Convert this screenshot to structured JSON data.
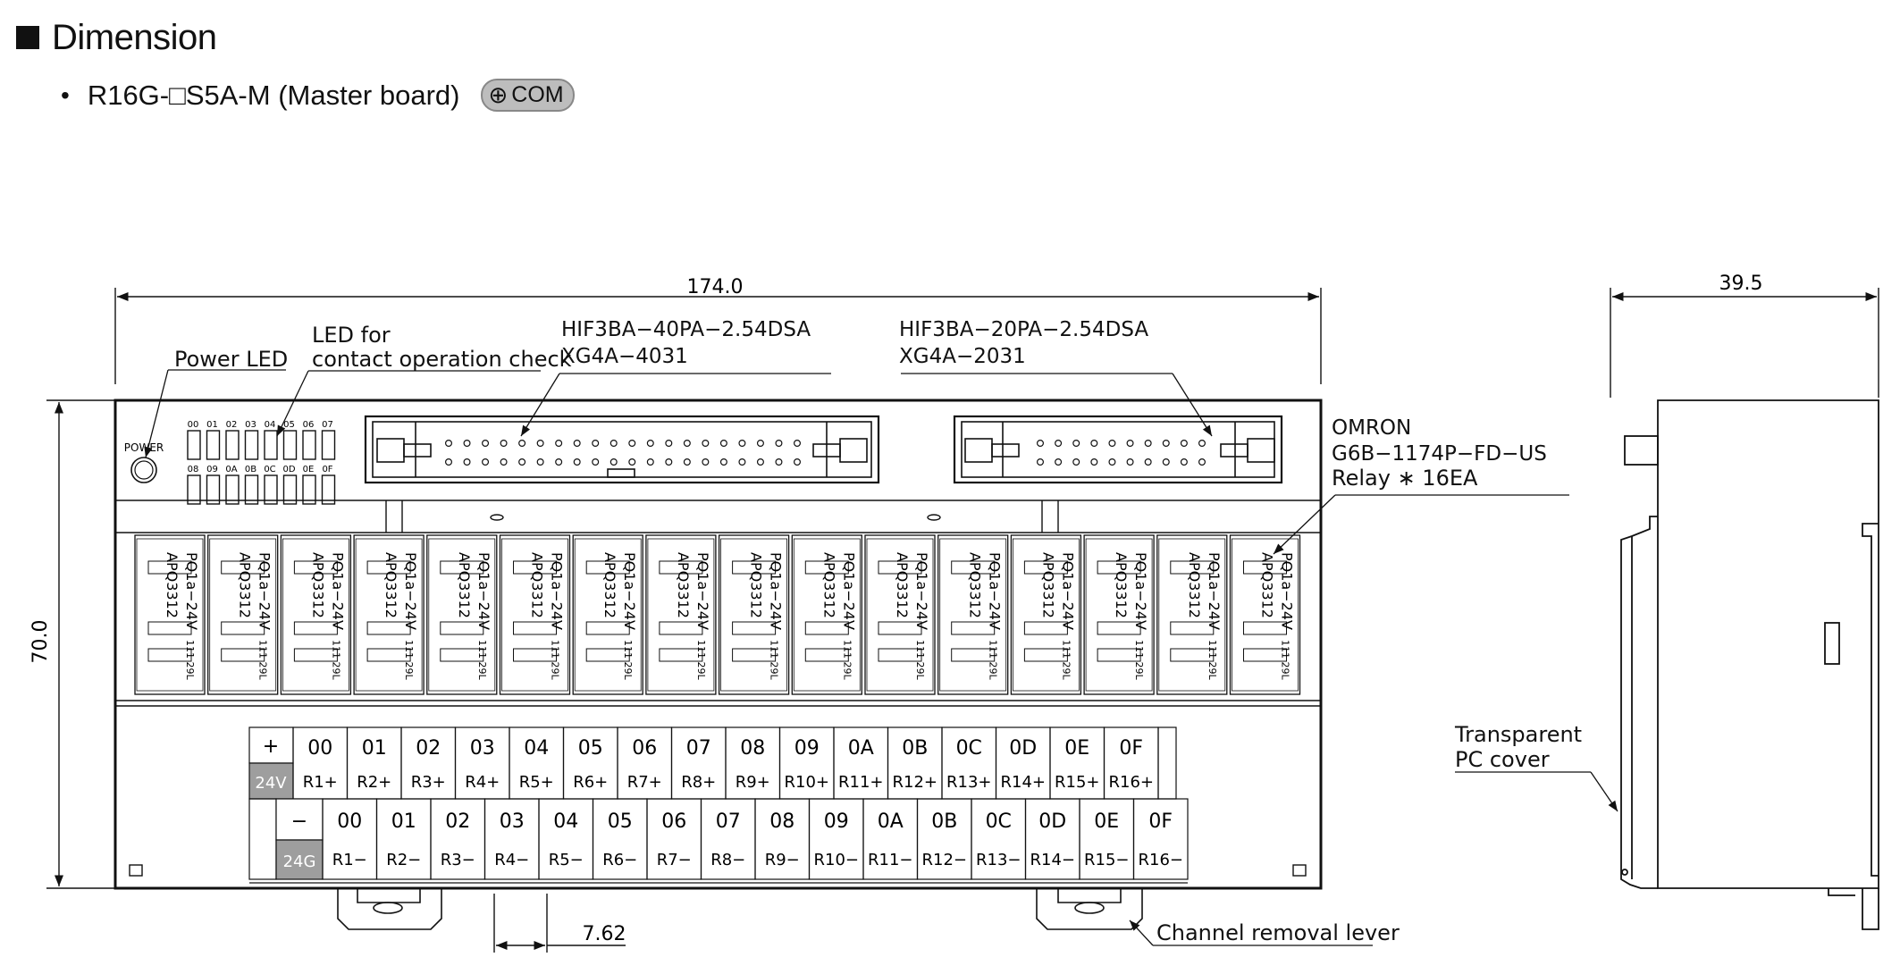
{
  "header": {
    "title": "Dimension"
  },
  "subtitle": {
    "model": "R16G-□S5A-M (Master board)",
    "badge": "COM",
    "badge_icon": "⊕"
  },
  "dims": {
    "width": "174.0",
    "height": "70.0",
    "depth": "39.5",
    "pitch": "7.62"
  },
  "callouts": {
    "power_led": "Power LED",
    "led_check_1": "LED for",
    "led_check_2": "contact operation check",
    "conn40_1": "HIF3BA−40PA−2.54DSA",
    "conn40_2": "XG4A−4031",
    "conn20_1": "HIF3BA−20PA−2.54DSA",
    "conn20_2": "XG4A−2031",
    "omron_1": "OMRON",
    "omron_2": "G6B−1174P−FD−US",
    "omron_3": "Relay ∗ 16EA",
    "cover_1": "Transparent",
    "cover_2": "PC cover",
    "lever": "Channel removal lever",
    "power_small": "POWER"
  },
  "leds_top": [
    "00",
    "01",
    "02",
    "03",
    "04",
    "05",
    "06",
    "07"
  ],
  "leds_bottom": [
    "08",
    "09",
    "0A",
    "0B",
    "0C",
    "0D",
    "0E",
    "0F"
  ],
  "relay_text": {
    "line1": "PQ1a−24V",
    "line2": "APQ3312",
    "code": "111 29L"
  },
  "terminal": {
    "row1_channels": [
      "00",
      "01",
      "02",
      "03",
      "04",
      "05",
      "06",
      "07",
      "08",
      "09",
      "0A",
      "0B",
      "0C",
      "0D",
      "0E",
      "0F"
    ],
    "row1_labels": [
      "R1+",
      "R2+",
      "R3+",
      "R4+",
      "R5+",
      "R6+",
      "R7+",
      "R8+",
      "R9+",
      "R10+",
      "R11+",
      "R12+",
      "R13+",
      "R14+",
      "R15+",
      "R16+"
    ],
    "row2_labels": [
      "R1−",
      "R2−",
      "R3−",
      "R4−",
      "R5−",
      "R6−",
      "R7−",
      "R8−",
      "R9−",
      "R10−",
      "R11−",
      "R12−",
      "R13−",
      "R14−",
      "R15−",
      "R16−"
    ],
    "plus": "+",
    "minus": "−",
    "v24": "24V",
    "g24": "24G"
  },
  "colors": {
    "line": "#111111",
    "terminal_gray": "#9e9e9e",
    "badge_bg": "#bdbdbd"
  }
}
